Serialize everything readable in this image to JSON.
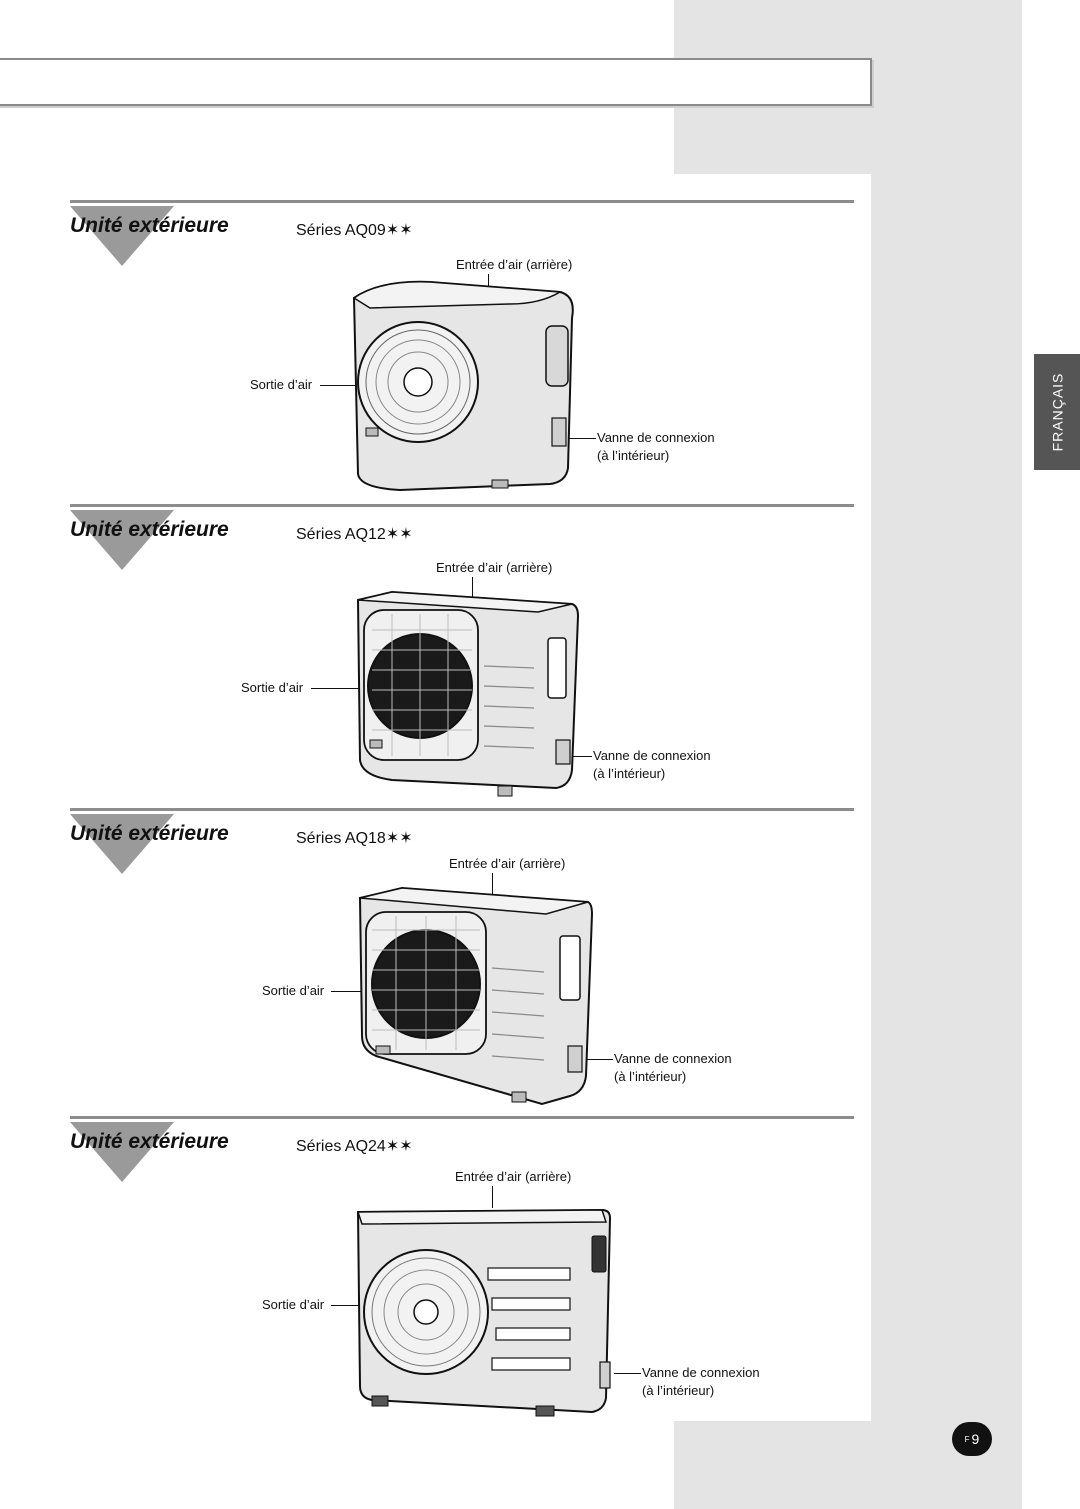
{
  "language_tab": "FRANÇAIS",
  "page_number": {
    "prefix": "F",
    "number": "9"
  },
  "sections": [
    {
      "title": "Unité extérieure",
      "series": "Séries AQ09✶✶",
      "air_inlet": "Entrée d’air (arrière)",
      "air_outlet": "Sortie d’air",
      "valve_line1": "Vanne de connexion",
      "valve_line2": "(à l’intérieur)"
    },
    {
      "title": "Unité extérieure",
      "series": "Séries AQ12✶✶",
      "air_inlet": "Entrée d’air (arrière)",
      "air_outlet": "Sortie d’air",
      "valve_line1": "Vanne de connexion",
      "valve_line2": "(à l’intérieur)"
    },
    {
      "title": "Unité extérieure",
      "series": "Séries AQ18✶✶",
      "air_inlet": "Entrée d’air (arrière)",
      "air_outlet": "Sortie d’air",
      "valve_line1": "Vanne de connexion",
      "valve_line2": "(à l’intérieur)"
    },
    {
      "title": "Unité extérieure",
      "series": "Séries AQ24✶✶",
      "air_inlet": "Entrée d’air (arrière)",
      "air_outlet": "Sortie d’air",
      "valve_line1": "Vanne de connexion",
      "valve_line2": "(à l’intérieur)"
    }
  ]
}
